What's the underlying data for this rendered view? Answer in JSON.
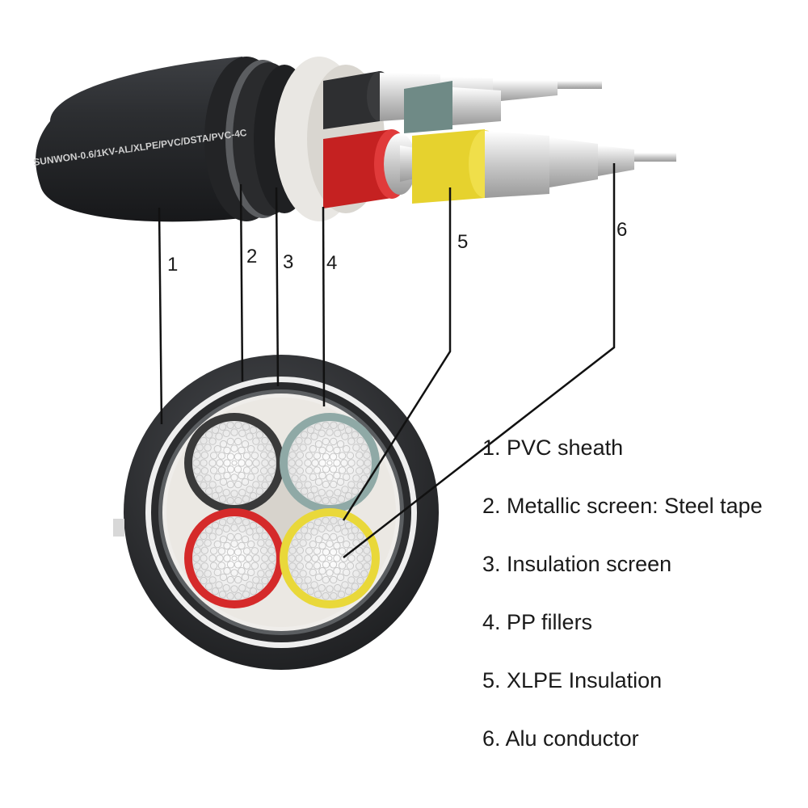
{
  "cable": {
    "print_text": "SUNWON-0.6/1KV-AL/XLPE/PVC/DSTA/PVC-4C"
  },
  "callouts": [
    "1",
    "2",
    "3",
    "4",
    "5",
    "6"
  ],
  "legend": [
    {
      "number": "1",
      "label": "1. PVC sheath"
    },
    {
      "number": "2",
      "label": "2. Metallic screen: Steel tape"
    },
    {
      "number": "3",
      "label": "3. Insulation screen"
    },
    {
      "number": "4",
      "label": "4. PP fillers"
    },
    {
      "number": "5",
      "label": "5. XLPE Insulation"
    },
    {
      "number": "6",
      "label": "6. Alu conductor"
    }
  ],
  "colors": {
    "sheath": "#2b2d30",
    "filler": "#ece9e4",
    "core_black": "#3a3a3a",
    "core_teal": "#8fa9a6",
    "core_red": "#d52a2a",
    "core_yellow": "#e9d83a",
    "conductor": "#f2f2f2",
    "leader": "#111111"
  }
}
